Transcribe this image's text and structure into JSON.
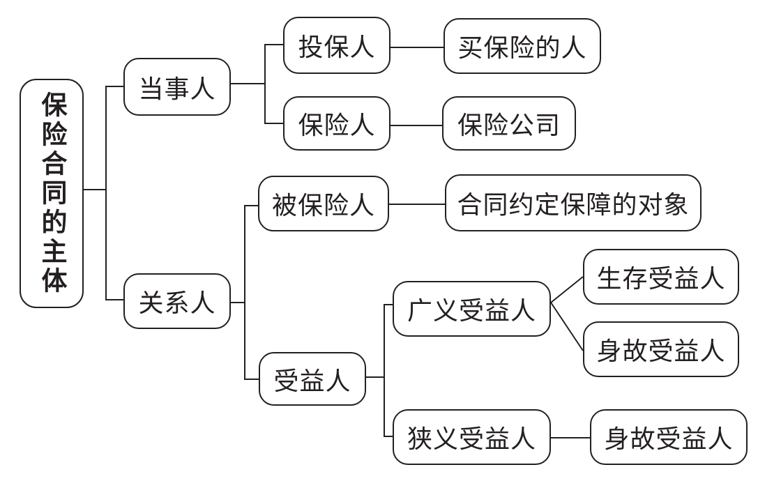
{
  "colors": {
    "ink": "#231f20",
    "background": "#ffffff"
  },
  "diagram": {
    "root": {
      "label": "保险合同的主体"
    },
    "parties": {
      "label": "当事人",
      "policyholder": {
        "label": "投保人",
        "note": "买保险的人"
      },
      "insurer": {
        "label": "保险人",
        "note": "保险公司"
      }
    },
    "related_parties": {
      "label": "关系人",
      "insured": {
        "label": "被保险人",
        "note": "合同约定保障的对象"
      },
      "beneficiary": {
        "label": "受益人",
        "broad": {
          "label": "广义受益人",
          "survival": "生存受益人",
          "death": "身故受益人"
        },
        "narrow": {
          "label": "狭义受益人",
          "death": "身故受益人"
        }
      }
    }
  }
}
